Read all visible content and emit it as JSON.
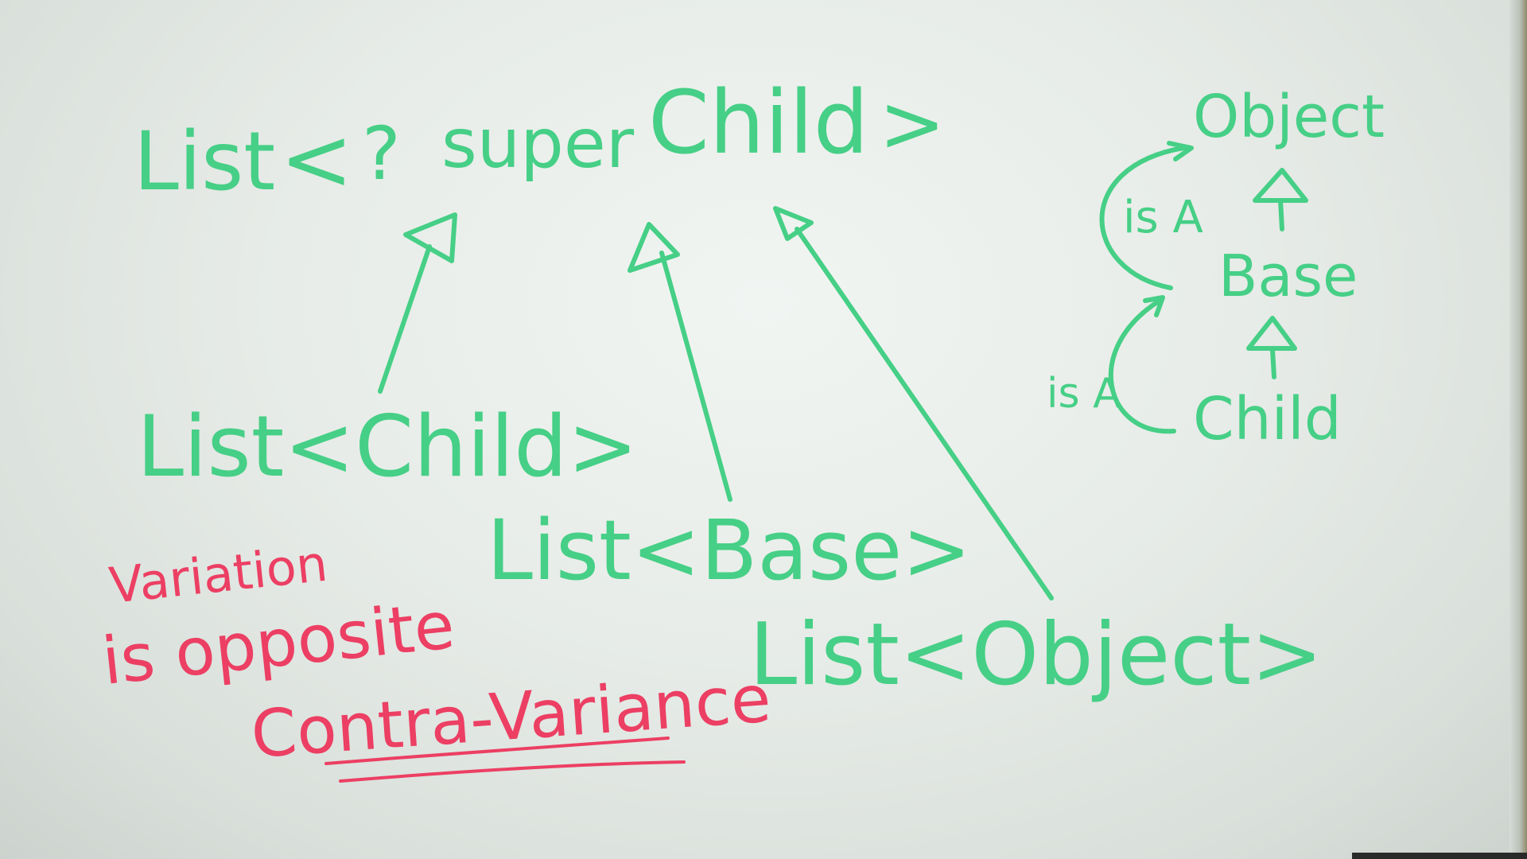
{
  "whiteboard": {
    "top_expression": {
      "list": "List",
      "open_bracket": "<",
      "wildcard": "?",
      "super_keyword": "super",
      "bound_type": "Child",
      "close_bracket": ">"
    },
    "subtypes": {
      "list_child": "List<Child>",
      "list_base": "List<Base>",
      "list_object": "List<Object>"
    },
    "hierarchy": {
      "object": "Object",
      "base": "Base",
      "child": "Child",
      "is_a_upper": "is A",
      "is_a_lower": "is A"
    },
    "notes": {
      "line1": "Variation",
      "line2": "is opposite",
      "term": "Contra-Variance"
    },
    "colors": {
      "green_marker": "#46cf86",
      "red_marker": "#ec3f63",
      "board": "#e9eeea"
    }
  }
}
